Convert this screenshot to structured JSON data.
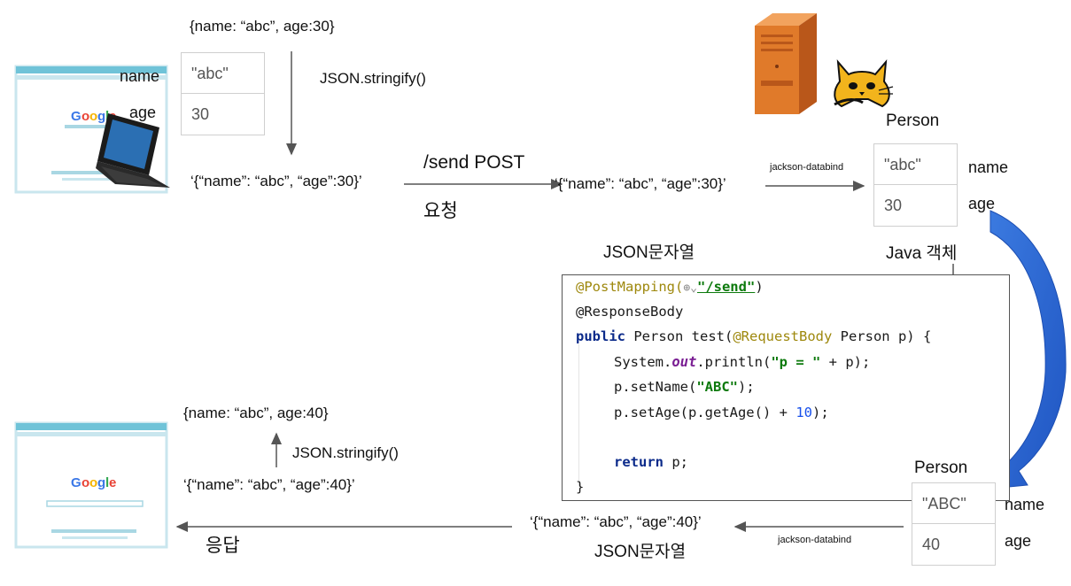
{
  "top": {
    "source_object": "{name: “abc”, age:30}",
    "stringify_label": "JSON.stringify()",
    "json_string": "‘{“name”: “abc”, “age”:30}’",
    "request_label": "/send POST",
    "request_kor": "요청",
    "json_string_server": "‘{“name”: “abc”, “age”:30}’",
    "json_string_kor": "JSON문자열",
    "databind_label": "jackson-databind",
    "client_table": {
      "name_label": "name",
      "age_label": "age",
      "name_value": "\"abc\"",
      "age_value": "30"
    },
    "server_table": {
      "title": "Person",
      "name_label": "name",
      "age_label": "age",
      "name_value": "\"abc\"",
      "age_value": "30",
      "caption": "Java 객체"
    }
  },
  "code": {
    "line1_ann": "@PostMapping(",
    "line1_str": "\"/send\"",
    "line1_end": ")",
    "line2": "@ResponseBody",
    "line3_kw": "public",
    "line3_rest": " Person test(",
    "line3_ann": "@RequestBody",
    "line3_end": " Person p) {",
    "line4_a": "System.",
    "line4_fld": "out",
    "line4_b": ".println(",
    "line4_str": "\"p = \"",
    "line4_c": " + p);",
    "line5_a": "p.setName(",
    "line5_str": "\"ABC\"",
    "line5_b": ");",
    "line6_a": "p.setAge(p.getAge() + ",
    "line6_num": "10",
    "line6_b": ");",
    "line7_kw": "return",
    "line7_rest": " p;",
    "line8": "}"
  },
  "bottom": {
    "result_object": "{name: “abc”, age:40}",
    "stringify_label": "JSON.stringify()",
    "json_string_client": "‘{“name”: “abc”, “age”:40}’",
    "response_kor": "응답",
    "json_string_server": "‘{“name”: “abc”, “age”:40}’",
    "json_string_kor": "JSON문자열",
    "databind_label": "jackson-databind",
    "server_table": {
      "title": "Person",
      "name_label": "name",
      "age_label": "age",
      "name_value": "\"ABC\"",
      "age_value": "40"
    }
  },
  "colors": {
    "blue_arrow": "#2f6ed8",
    "red_circle": "#e02020",
    "arrow_gray": "#555555",
    "server_orange": "#e07a2a"
  }
}
